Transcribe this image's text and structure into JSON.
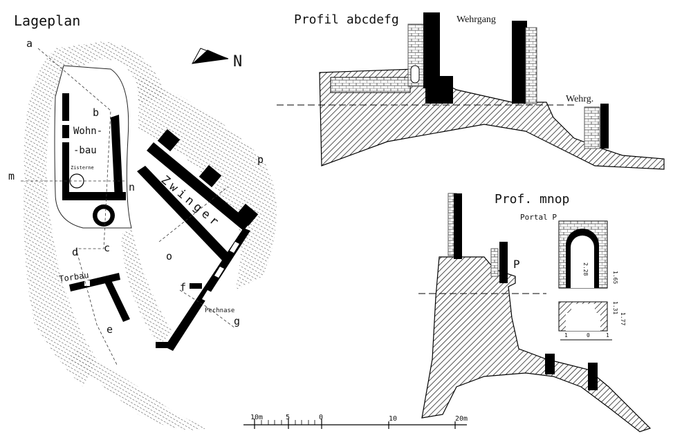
{
  "titles": {
    "site_plan": "Lageplan",
    "profile_1": "Profil abcdefg",
    "profile_2": "Prof. mnop",
    "portal": "Portal P"
  },
  "site_plan_labels": {
    "residential": "Wohn-bau",
    "residential_line1": "Wohn-",
    "residential_line2": "-bau",
    "cistern": "Zisterne",
    "kennel": "Zwinger",
    "gatehouse": "Torbau",
    "machicolation": "Pechnase",
    "north": "N"
  },
  "section_points": [
    "a",
    "b",
    "c",
    "d",
    "e",
    "f",
    "g",
    "m",
    "n",
    "o",
    "p"
  ],
  "profile_labels": {
    "walkway": "Wehrgang",
    "walkway_short": "Wehrg.",
    "portal_marker": "P"
  },
  "portal_dimensions": [
    "2.28",
    "1.65",
    "1.31",
    "1.77"
  ],
  "portal_scale": [
    "1",
    "0",
    "1"
  ],
  "scale_bar": {
    "labels": [
      "10m",
      "5",
      "0",
      "10",
      "20m"
    ]
  }
}
